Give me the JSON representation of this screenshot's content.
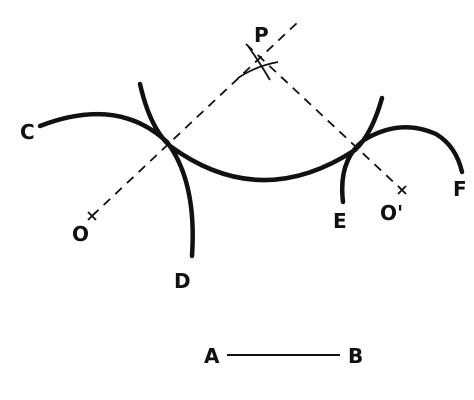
{
  "labels": {
    "P": "P",
    "C": "C",
    "O": "O",
    "D": "D",
    "E": "E",
    "O_prime": "O'",
    "F": "F",
    "A": "A",
    "B": "B"
  },
  "colors": {
    "ink": "#111111",
    "background": "#ffffff"
  }
}
